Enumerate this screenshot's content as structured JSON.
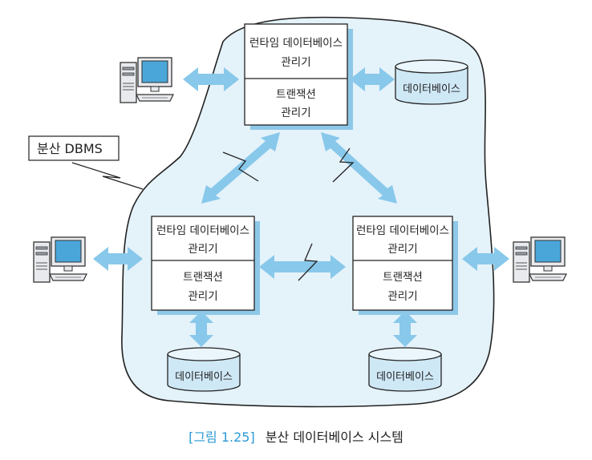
{
  "colors": {
    "cloud_fill": "#e4f2fa",
    "arrow_fill": "#88c8ea",
    "box_shadow": "#8ec8e8",
    "db_fill": "#cfe8f6",
    "db_top": "#eaf6fc",
    "caption_accent": "#2a9ad5",
    "line": "#222222"
  },
  "callout": {
    "label": "분산 DBMS"
  },
  "nodes": [
    {
      "runtime_label": [
        "런타임 데이터베이스",
        "관리기"
      ],
      "transaction_label": [
        "트랜잭션",
        "관리기"
      ],
      "database_label": "데이터베이스"
    },
    {
      "runtime_label": [
        "런타임 데이터베이스",
        "관리기"
      ],
      "transaction_label": [
        "트랜잭션",
        "관리기"
      ],
      "database_label": "데이터베이스"
    },
    {
      "runtime_label": [
        "런타임 데이터베이스",
        "관리기"
      ],
      "transaction_label": [
        "트랜잭션",
        "관리기"
      ],
      "database_label": "데이터베이스"
    }
  ],
  "computers": [
    {
      "icon": "desktop-computer-icon"
    },
    {
      "icon": "desktop-computer-icon"
    },
    {
      "icon": "desktop-computer-icon"
    }
  ],
  "caption": {
    "number": "[그림 1.25]",
    "title": "분산 데이터베이스 시스템"
  }
}
